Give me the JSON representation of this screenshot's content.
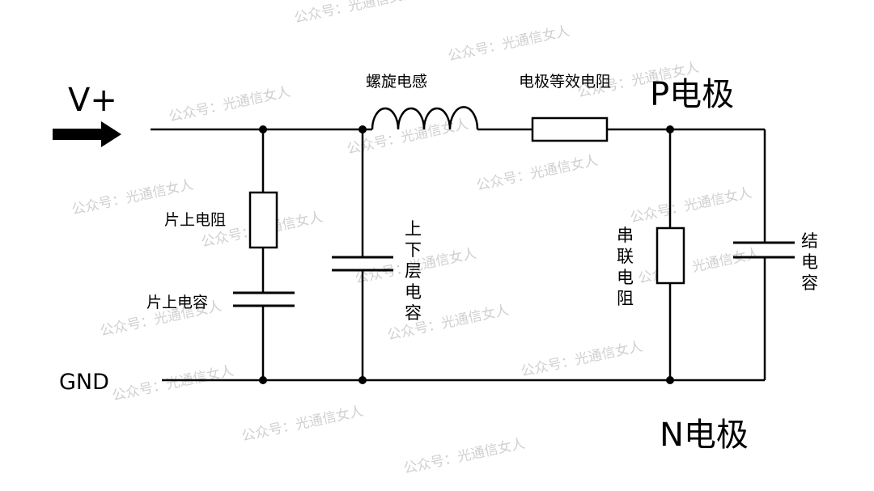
{
  "labels": {
    "vplus": "V+",
    "gnd": "GND",
    "p_electrode": "P电极",
    "n_electrode": "N电极",
    "spiral_inductor": "螺旋电感",
    "electrode_resistance": "电极等效电阻",
    "chip_resistor": "片上电阻",
    "chip_capacitor": "片上电容",
    "layer_capacitor_chars": [
      "上",
      "下",
      "层",
      "电",
      "容"
    ],
    "series_resistor_chars": [
      "串",
      "联",
      "电",
      "阻"
    ],
    "junction_capacitor_chars": [
      "结",
      "电",
      "容"
    ]
  },
  "watermark": "公众号：光通信女人"
}
